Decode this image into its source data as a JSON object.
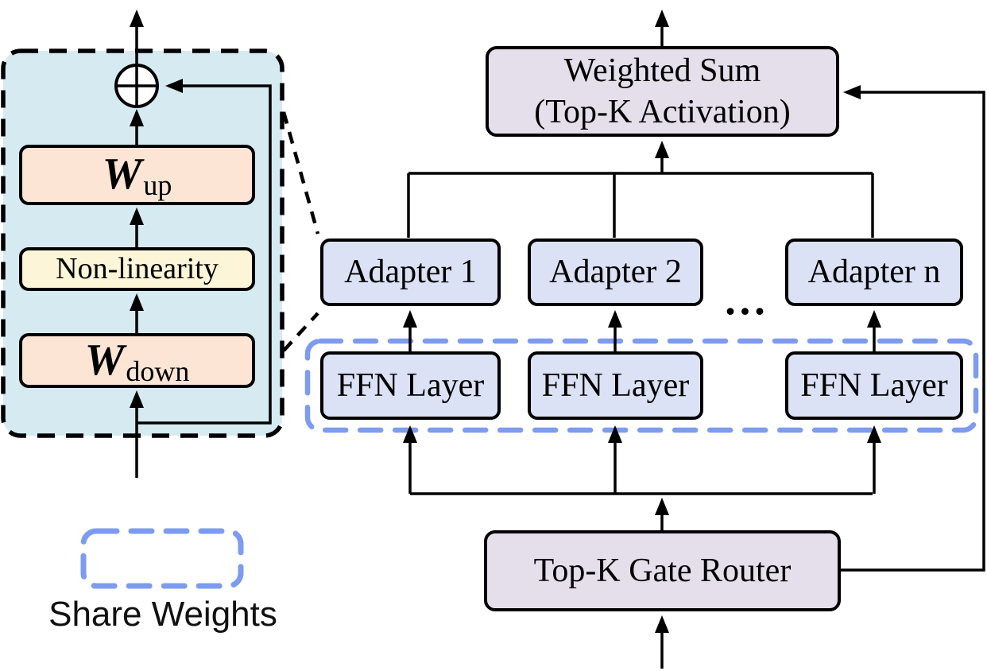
{
  "diagram": {
    "kind": "moe-adapter-architecture-diagram"
  },
  "adapter_detail": {
    "w_up": {
      "main": "W",
      "sub": "up"
    },
    "nonlinearity_label": "Non-linearity",
    "w_down": {
      "main": "W",
      "sub": "down"
    },
    "plus_circle_symbol": "⊕"
  },
  "legend": {
    "share_weights_label": "Share Weights"
  },
  "moe": {
    "weighted_sum": {
      "line1": "Weighted Sum",
      "line2": "(Top-K Activation)"
    },
    "adapters": [
      {
        "label": "Adapter 1"
      },
      {
        "label": "Adapter 2"
      },
      {
        "label": "Adapter n"
      }
    ],
    "ellipsis": "...",
    "ffn_layers": [
      {
        "label": "FFN Layer"
      },
      {
        "label": "FFN Layer"
      },
      {
        "label": "FFN Layer"
      }
    ],
    "router_label": "Top-K Gate Router"
  },
  "colors": {
    "detail_box_fill": "#d5eaf1",
    "weight_box_fill": "#fce5d5",
    "nonlinearity_fill": "#fcf5d7",
    "adapter_ffn_fill": "#dce2f5",
    "gate_router_fill": "#e5deeb",
    "share_weights_dash": "#7d9bef",
    "line_color": "#000000"
  }
}
